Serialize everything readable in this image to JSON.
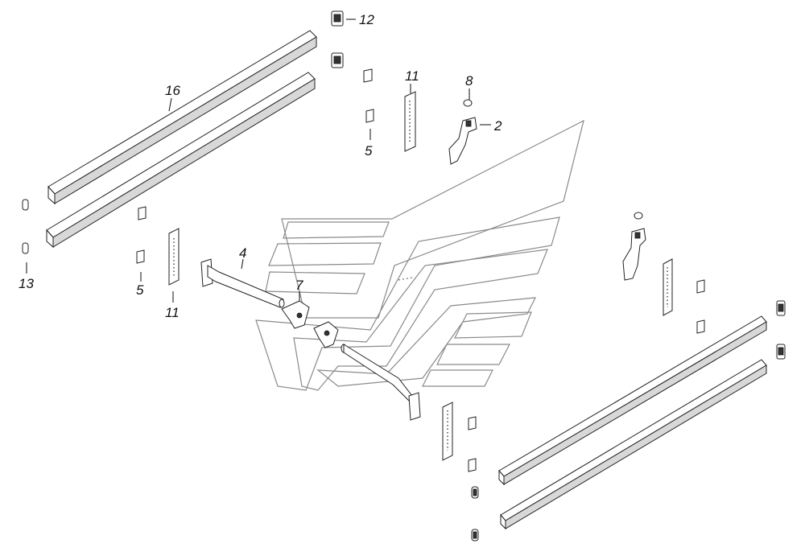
{
  "labels": {
    "l12": "12",
    "l16": "16",
    "l11a": "11",
    "l8": "8",
    "l2": "2",
    "l5a": "5",
    "l13": "13",
    "l5b": "5",
    "l11b": "11",
    "l4": "4",
    "l7": "7"
  }
}
